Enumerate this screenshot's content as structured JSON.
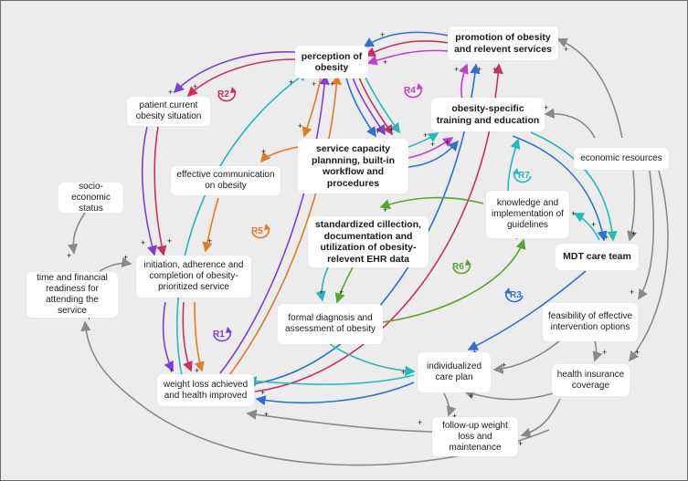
{
  "nodes": {
    "perception": "perception of obesity",
    "promotion": "promotion of obesity and relevent services",
    "patient_situation": "patient current obesity situation",
    "obesity_training": "obesity-specific training and education",
    "service_capacity": "service capacity plannning, built-in workflow and procedures",
    "effective_comm": "effective communication on obesity",
    "economic_resources": "economic resources",
    "socio_economic": "socio-economic status",
    "knowledge_guidelines": "knowledge and implementation of guidelines",
    "standardized_data": "standardized cillection, documentation and utilization of obesity-relevent EHR data",
    "time_financial": "time and financial readiness for attending the service",
    "initiation": "initiation, adherence and completion of obesity-prioritized service",
    "mdt_team": "MDT care team",
    "formal_diagnosis": "formal diagnosis and assessment of obesity",
    "feasibility": "feasibility of effective intervention options",
    "individualized_plan": "individualized care plan",
    "weight_loss": "weight loss achieved and health improved",
    "health_insurance": "health insurance coverage",
    "follow_up": "follow-up weight loss and maintenance"
  },
  "loops": {
    "r1": "R1",
    "r2": "R2",
    "r3": "R3",
    "r4": "R4",
    "r5": "R5",
    "r6": "R6",
    "r7": "R7"
  },
  "polarity": "+",
  "colors": {
    "background": "#ececec",
    "purple": "#7b3fd6",
    "crimson": "#cc2f5e",
    "orange": "#e07b26",
    "teal": "#22b9b9",
    "blue": "#2f6fd6",
    "green": "#59a52b",
    "magenta": "#c23ccf",
    "gray": "#8a8a8a",
    "r1": "#7b3fd6",
    "r2": "#cc2f5e",
    "r3": "#2f6fd6",
    "r4": "#c23ccf",
    "r5": "#e07b26",
    "r6": "#59a52b",
    "r7": "#22b9b9"
  }
}
